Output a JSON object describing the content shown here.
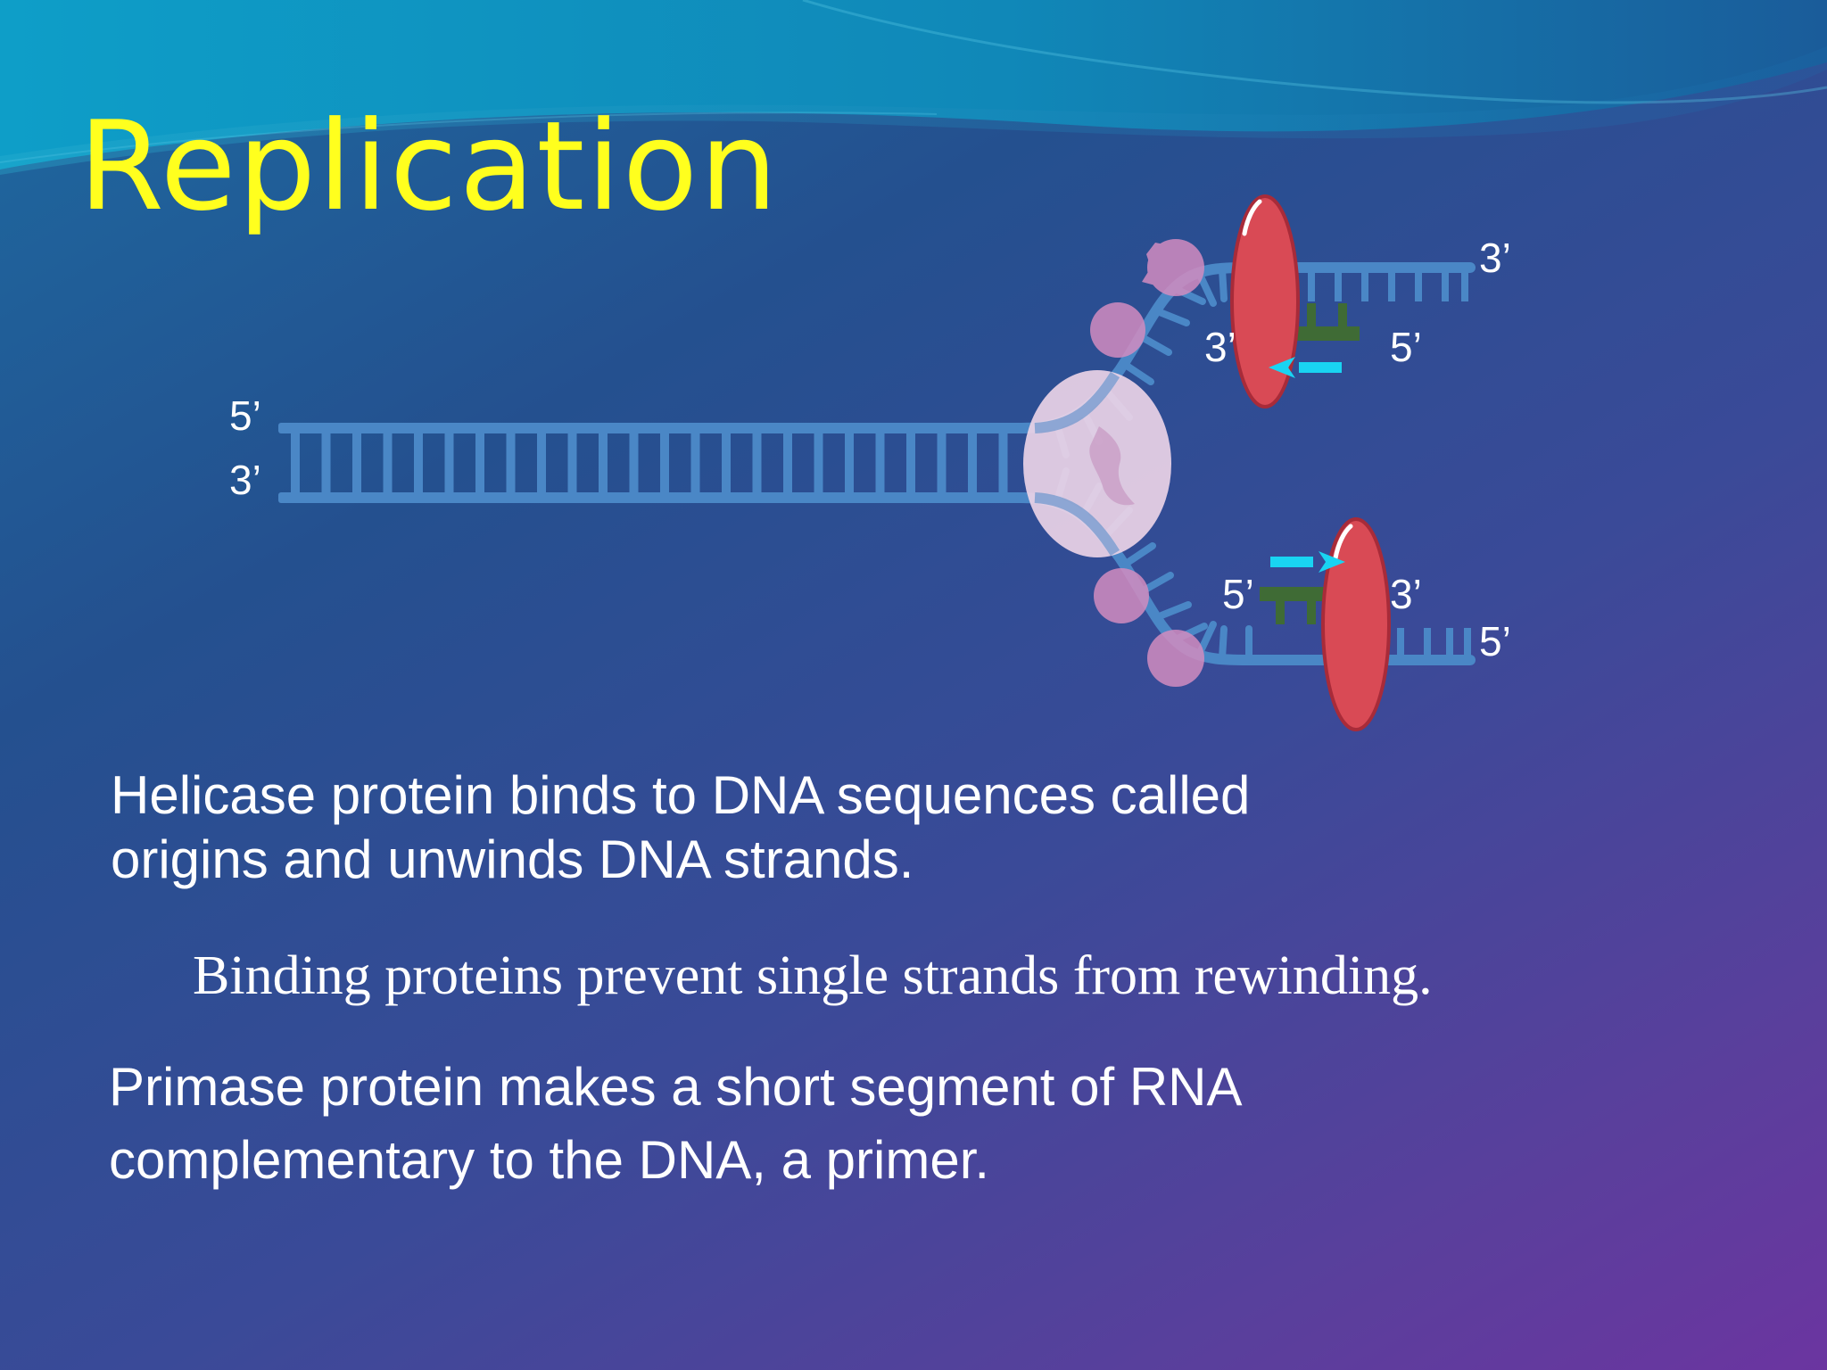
{
  "slide": {
    "title": "Replication",
    "colors": {
      "title": "#ffff1e",
      "dna_strand": "#4a87c6",
      "helicase": "#ead2e6",
      "binding_protein": "#d28cc0",
      "polymerase": "#d94a55",
      "primase": "#3f6b35",
      "primer_arrow": "#19d4f2"
    },
    "diagram": {
      "labels": {
        "parent_top": "5’",
        "parent_bottom": "3’",
        "upper_right_end": "3’",
        "upper_inner": "3’",
        "upper_primer_end": "5’",
        "lower_inner": "5’",
        "lower_primer_end": "3’",
        "lower_right_end": "5’"
      }
    },
    "paragraphs": {
      "helicase_line1": "Helicase protein binds to DNA sequences called",
      "helicase_line2": "origins and unwinds DNA strands.",
      "binding": "Binding proteins prevent single strands from rewinding.",
      "primase_line1": "Primase protein makes a short segment of RNA",
      "primase_line2": "complementary to the DNA, a primer."
    }
  }
}
